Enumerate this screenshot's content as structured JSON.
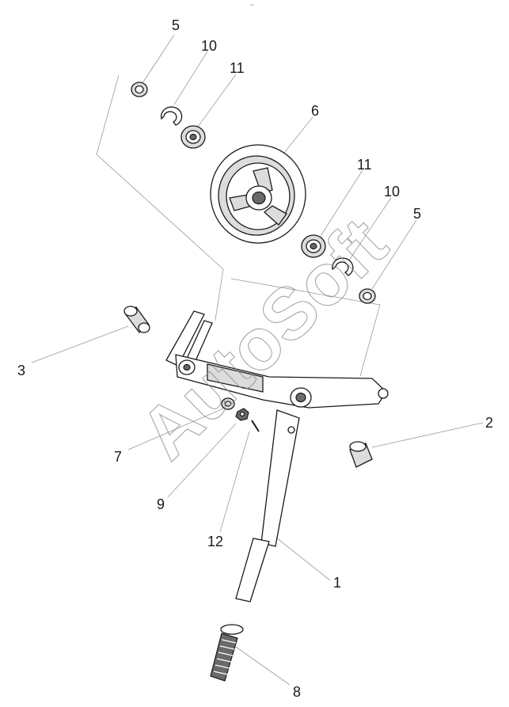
{
  "diagram": {
    "corner_mark": "~",
    "watermark": "AutoSoft",
    "callouts": {
      "c1": "1",
      "c2": "2",
      "c3": "3",
      "c5_top": "5",
      "c5_right": "5",
      "c6": "6",
      "c7": "7",
      "c8": "8",
      "c9": "9",
      "c10_top": "10",
      "c10_right": "10",
      "c11_top": "11",
      "c11_right": "11",
      "c12": "12"
    }
  }
}
